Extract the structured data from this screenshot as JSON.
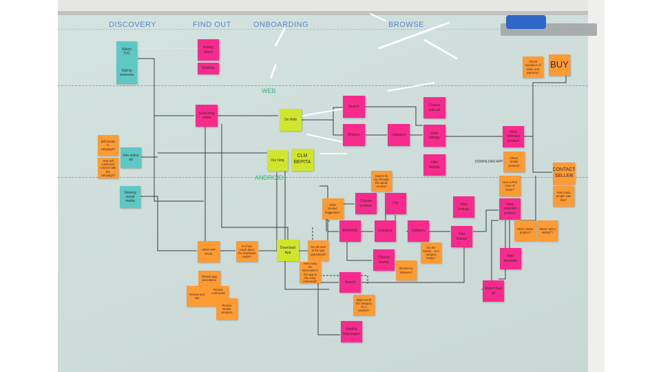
{
  "columns": {
    "discovery": "DISCOVERY",
    "find_out": "FIND OUT",
    "onboarding": "ONBOARDING",
    "browse": "BROWSE"
  },
  "lanes": {
    "web": "WEB",
    "android": "ANDROID"
  },
  "annotations": {
    "download_app": "DOWNLOAD APP"
  },
  "notes": {
    "watch_tvc": "Watch TVC",
    "told_by_someone": "Told by someone",
    "see_online_ad": "See online ad",
    "viewing_social_media": "Viewing social media",
    "q_brands": "Will brands in campaign?",
    "q_how_will": "How will customers connect with the campaign?",
    "asking_friend": "Asking friend",
    "desktop": "Desktop",
    "searching_online": "Searching online",
    "on_web": "On Web",
    "our_blog": "Our blog",
    "clm_bepita": "CLM BEPITA",
    "search_web": "Search",
    "browse_web": "Browse",
    "category_web": "Category",
    "choose_sub_cat": "Choose sub-cat",
    "view_listings_web": "View listings",
    "filter_listings_web": "Filter listings",
    "view_selected_product_web": "View selected product",
    "q_check_similar": "Check similar products",
    "q_how_to_find": "How to find more of these?",
    "q_check_reputation": "Check reputation of seller and warranty?",
    "buy": "BUY",
    "contact_seller": "CONTACT SELLER",
    "q_how_many_people": "How many people saw this?",
    "q_search_by_city": "Search by city through the whole country?",
    "q_other_product": "Other product suggestion?",
    "choose_product": "Choose product",
    "city": "City",
    "browse_app": "BROWSE",
    "category_app_1": "Category",
    "category_app_2": "Category",
    "choose_nearby": "Choose nearby",
    "q_browser_distance": "Browse by distance?",
    "q_category_empty": "Are the lowest... in a category empty?",
    "filter_listings_app": "Filter listings",
    "view_listings_app": "View listings",
    "view_selected_product_app": "View selected product",
    "q_other_similar": "Other similar product?",
    "q_share": "Share \"sell a similar\"?",
    "add_favourite": "Add favourite",
    "report_bad_ad": "Report bad ad",
    "view_app_page": "VIEW APP PAGE",
    "q_for_how_much": "For how much does the download matter?",
    "download_app": "Download App",
    "q_are_all_uses": "Are all uses in the app understood?",
    "q_how_many": "How many are interested in the app at the entry (onboard)?",
    "search_app": "Search",
    "q_might_not_fit": "Might not fit the category for a product?",
    "finding_help_pages": "Finding help pages",
    "review_app_description": "Review app description",
    "review_and_star": "Review and star",
    "review_comments": "Review comments",
    "review_similar_products": "Review similar products"
  },
  "colors": {
    "teal": "#5ec8c4",
    "pink": "#f82a8d",
    "lime": "#cfe62d",
    "orange": "#ff9b33",
    "board": "#d3e3df",
    "marker_blue": "#5a86c8",
    "marker_green": "#3db37a"
  }
}
